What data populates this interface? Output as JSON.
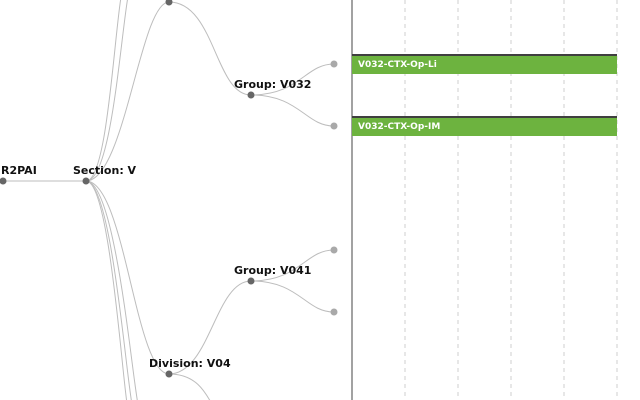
{
  "tree": {
    "root": {
      "label": "R2PAI"
    },
    "section": {
      "label": "Section: V"
    },
    "division": {
      "label": "Division: V04"
    },
    "groups": [
      {
        "label": "Group: V032"
      },
      {
        "label": "Group: V041"
      }
    ]
  },
  "bars": [
    {
      "label": "V032-CTX-Op-Li"
    },
    {
      "label": "V032-CTX-Op-IM"
    }
  ],
  "colors": {
    "bar_fill": "#6db33f",
    "bar_border": "#3f3f3f",
    "edge": "#bdbdbd",
    "node": "#666666"
  }
}
